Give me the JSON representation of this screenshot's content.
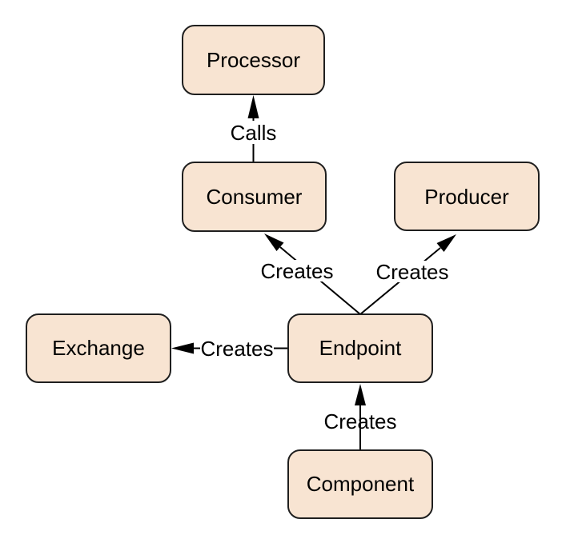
{
  "diagram": {
    "colors": {
      "background": "#ffffff",
      "node_fill": "#f8e4d2",
      "node_border": "#1f1f1f",
      "connector": "#000000",
      "text": "#000000"
    },
    "nodes": {
      "processor": {
        "label": "Processor"
      },
      "consumer": {
        "label": "Consumer"
      },
      "producer": {
        "label": "Producer"
      },
      "exchange": {
        "label": "Exchange"
      },
      "endpoint": {
        "label": "Endpoint"
      },
      "component": {
        "label": "Component"
      }
    },
    "edges": {
      "consumer_calls_processor": {
        "label": "Calls",
        "from": "consumer",
        "to": "processor"
      },
      "endpoint_creates_consumer": {
        "label": "Creates",
        "from": "endpoint",
        "to": "consumer"
      },
      "endpoint_creates_producer": {
        "label": "Creates",
        "from": "endpoint",
        "to": "producer"
      },
      "endpoint_creates_exchange": {
        "label": "Creates",
        "from": "endpoint",
        "to": "exchange"
      },
      "component_creates_endpoint": {
        "label": "Creates",
        "from": "component",
        "to": "endpoint"
      }
    }
  }
}
